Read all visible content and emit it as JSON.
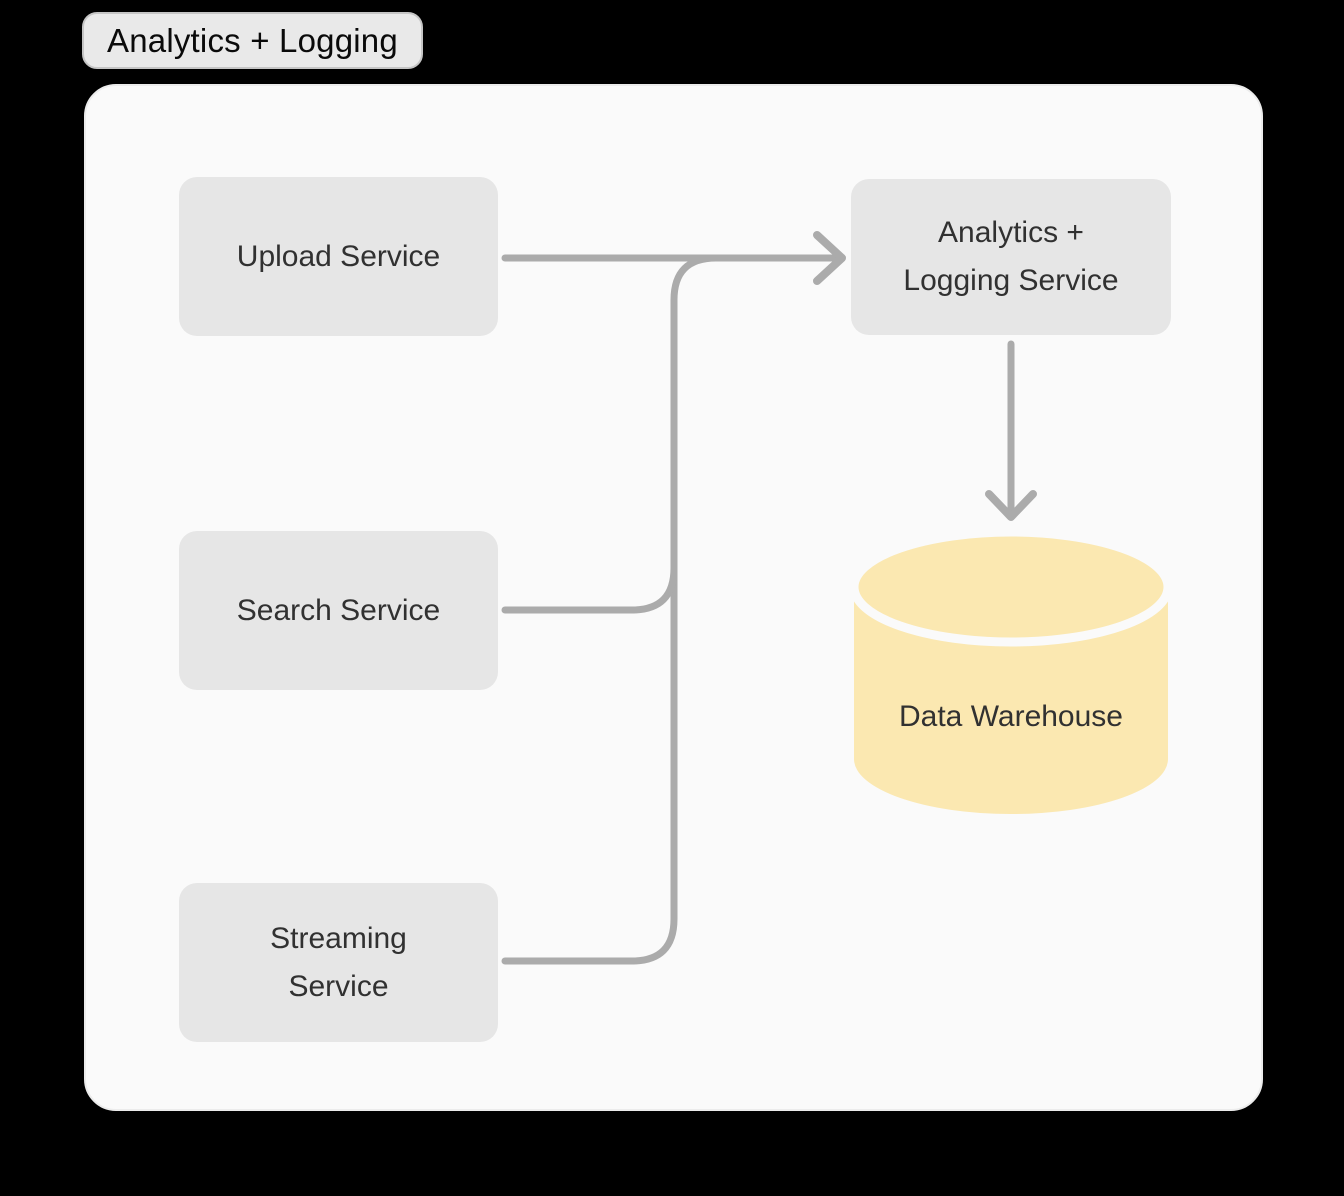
{
  "diagram": {
    "title": "Analytics + Logging",
    "nodes": {
      "upload": {
        "label": "Upload Service"
      },
      "search": {
        "label": "Search Service"
      },
      "streaming": {
        "label": "Streaming Service",
        "lines": [
          "Streaming",
          "Service"
        ]
      },
      "analytics": {
        "label": "Analytics + Logging Service",
        "lines": [
          "Analytics +",
          "Logging Service"
        ]
      },
      "warehouse": {
        "label": "Data Warehouse",
        "shape": "cylinder"
      }
    },
    "edges": [
      {
        "from": "Upload Service",
        "to": "Analytics + Logging Service",
        "arrow": true
      },
      {
        "from": "Search Service",
        "to": "Analytics + Logging Service",
        "arrow": false
      },
      {
        "from": "Streaming Service",
        "to": "Analytics + Logging Service",
        "arrow": false
      },
      {
        "from": "Analytics + Logging Service",
        "to": "Data Warehouse",
        "arrow": true
      }
    ],
    "icons": {
      "arrow_right": "chevron-right-arrowhead",
      "arrow_down": "chevron-down-arrowhead"
    },
    "colors": {
      "background": "#000000",
      "canvas": "#fafafa",
      "canvas_border": "#ececec",
      "node_fill": "#e6e6e6",
      "badge_fill": "#e9e9e9",
      "badge_border": "#c5c5c5",
      "connector": "#ababab",
      "cylinder_fill": "#fbe8b1",
      "node_text": "#313131",
      "title_text": "#0a0a0a"
    }
  }
}
